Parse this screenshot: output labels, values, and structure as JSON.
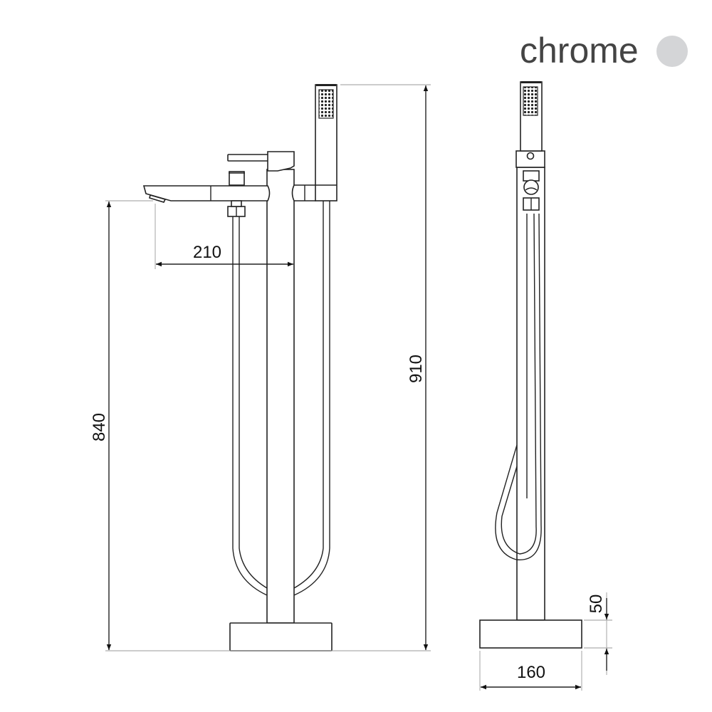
{
  "finish": {
    "label": "chrome",
    "swatch_color": "#d4d5d7"
  },
  "dimensions": {
    "spout_reach": "210",
    "spout_height": "840",
    "total_height": "910",
    "base_height": "50",
    "base_width": "160"
  },
  "colors": {
    "line": "#222222",
    "dimension_line": "#999999",
    "text": "#444444"
  }
}
